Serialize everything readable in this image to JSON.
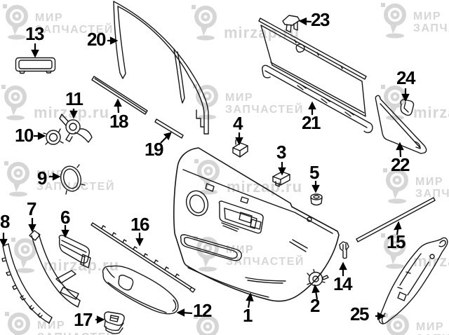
{
  "watermark": {
    "brand_line1": "МИР",
    "brand_line2": "ЗАПЧАСТЕЙ",
    "site": "mirzap.ru",
    "color": "#d6d6d6"
  },
  "diagram": {
    "background": "#ffffff",
    "ink_color": "#161616",
    "callouts": [
      {
        "number": "1"
      },
      {
        "number": "2"
      },
      {
        "number": "3"
      },
      {
        "number": "4"
      },
      {
        "number": "5"
      },
      {
        "number": "6"
      },
      {
        "number": "7"
      },
      {
        "number": "8"
      },
      {
        "number": "9"
      },
      {
        "number": "10"
      },
      {
        "number": "11"
      },
      {
        "number": "12"
      },
      {
        "number": "13"
      },
      {
        "number": "14"
      },
      {
        "number": "15"
      },
      {
        "number": "16"
      },
      {
        "number": "17"
      },
      {
        "number": "18"
      },
      {
        "number": "19"
      },
      {
        "number": "20"
      },
      {
        "number": "21"
      },
      {
        "number": "22"
      },
      {
        "number": "23"
      },
      {
        "number": "24"
      },
      {
        "number": "25"
      }
    ]
  }
}
